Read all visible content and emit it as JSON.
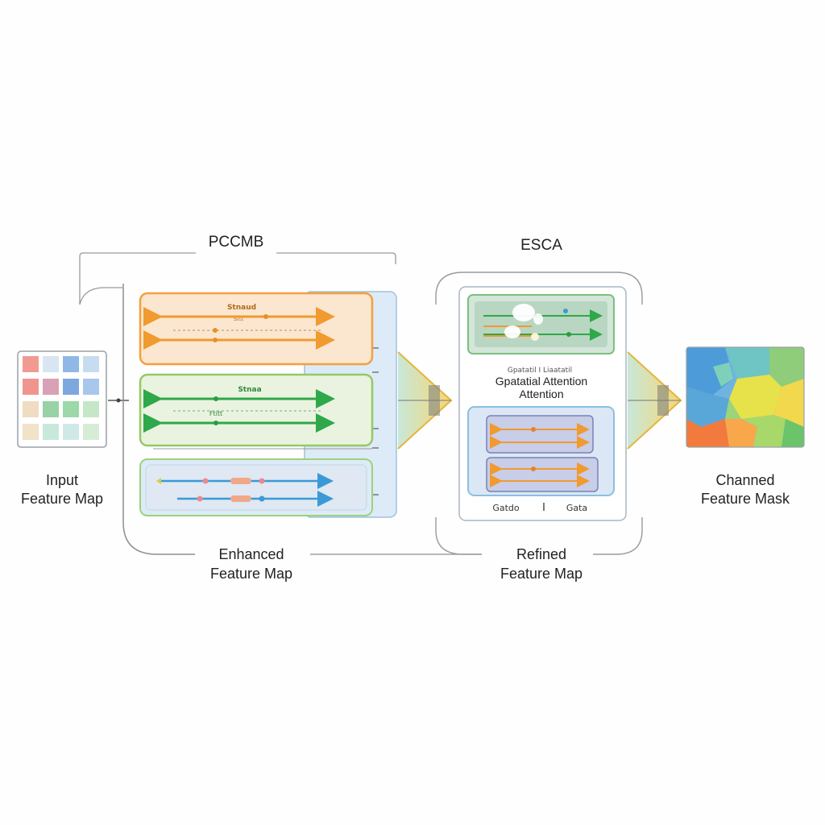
{
  "blocks": {
    "pccmb": {
      "title": "PCCMB"
    },
    "esca": {
      "title": "ESCA",
      "spatial_line1": "Gpatatial Attention",
      "spatial_line2": "Attention",
      "faint_text": "Gpatatil  I  Liaatatil",
      "gate_left": "Gatdo",
      "gate_right": "Gata"
    }
  },
  "pccmb_branches": {
    "orange": {
      "title": "Stnaud",
      "sub": "Sttt"
    },
    "green": {
      "title": "Stnaa",
      "sub": "Ftitt"
    }
  },
  "labels": {
    "input": [
      "Input",
      "Feature Map"
    ],
    "enhanced": [
      "Enhanced",
      "Feature Map"
    ],
    "refined": [
      "Refined",
      "Feature Map"
    ],
    "output": [
      "Channed",
      "Feature Mask"
    ]
  },
  "colors": {
    "orange": "#f4a23c",
    "green": "#3fae4a",
    "blue": "#4aa3d8",
    "panel_blue": "#dcebf7",
    "connector": "#9a9a9a"
  }
}
